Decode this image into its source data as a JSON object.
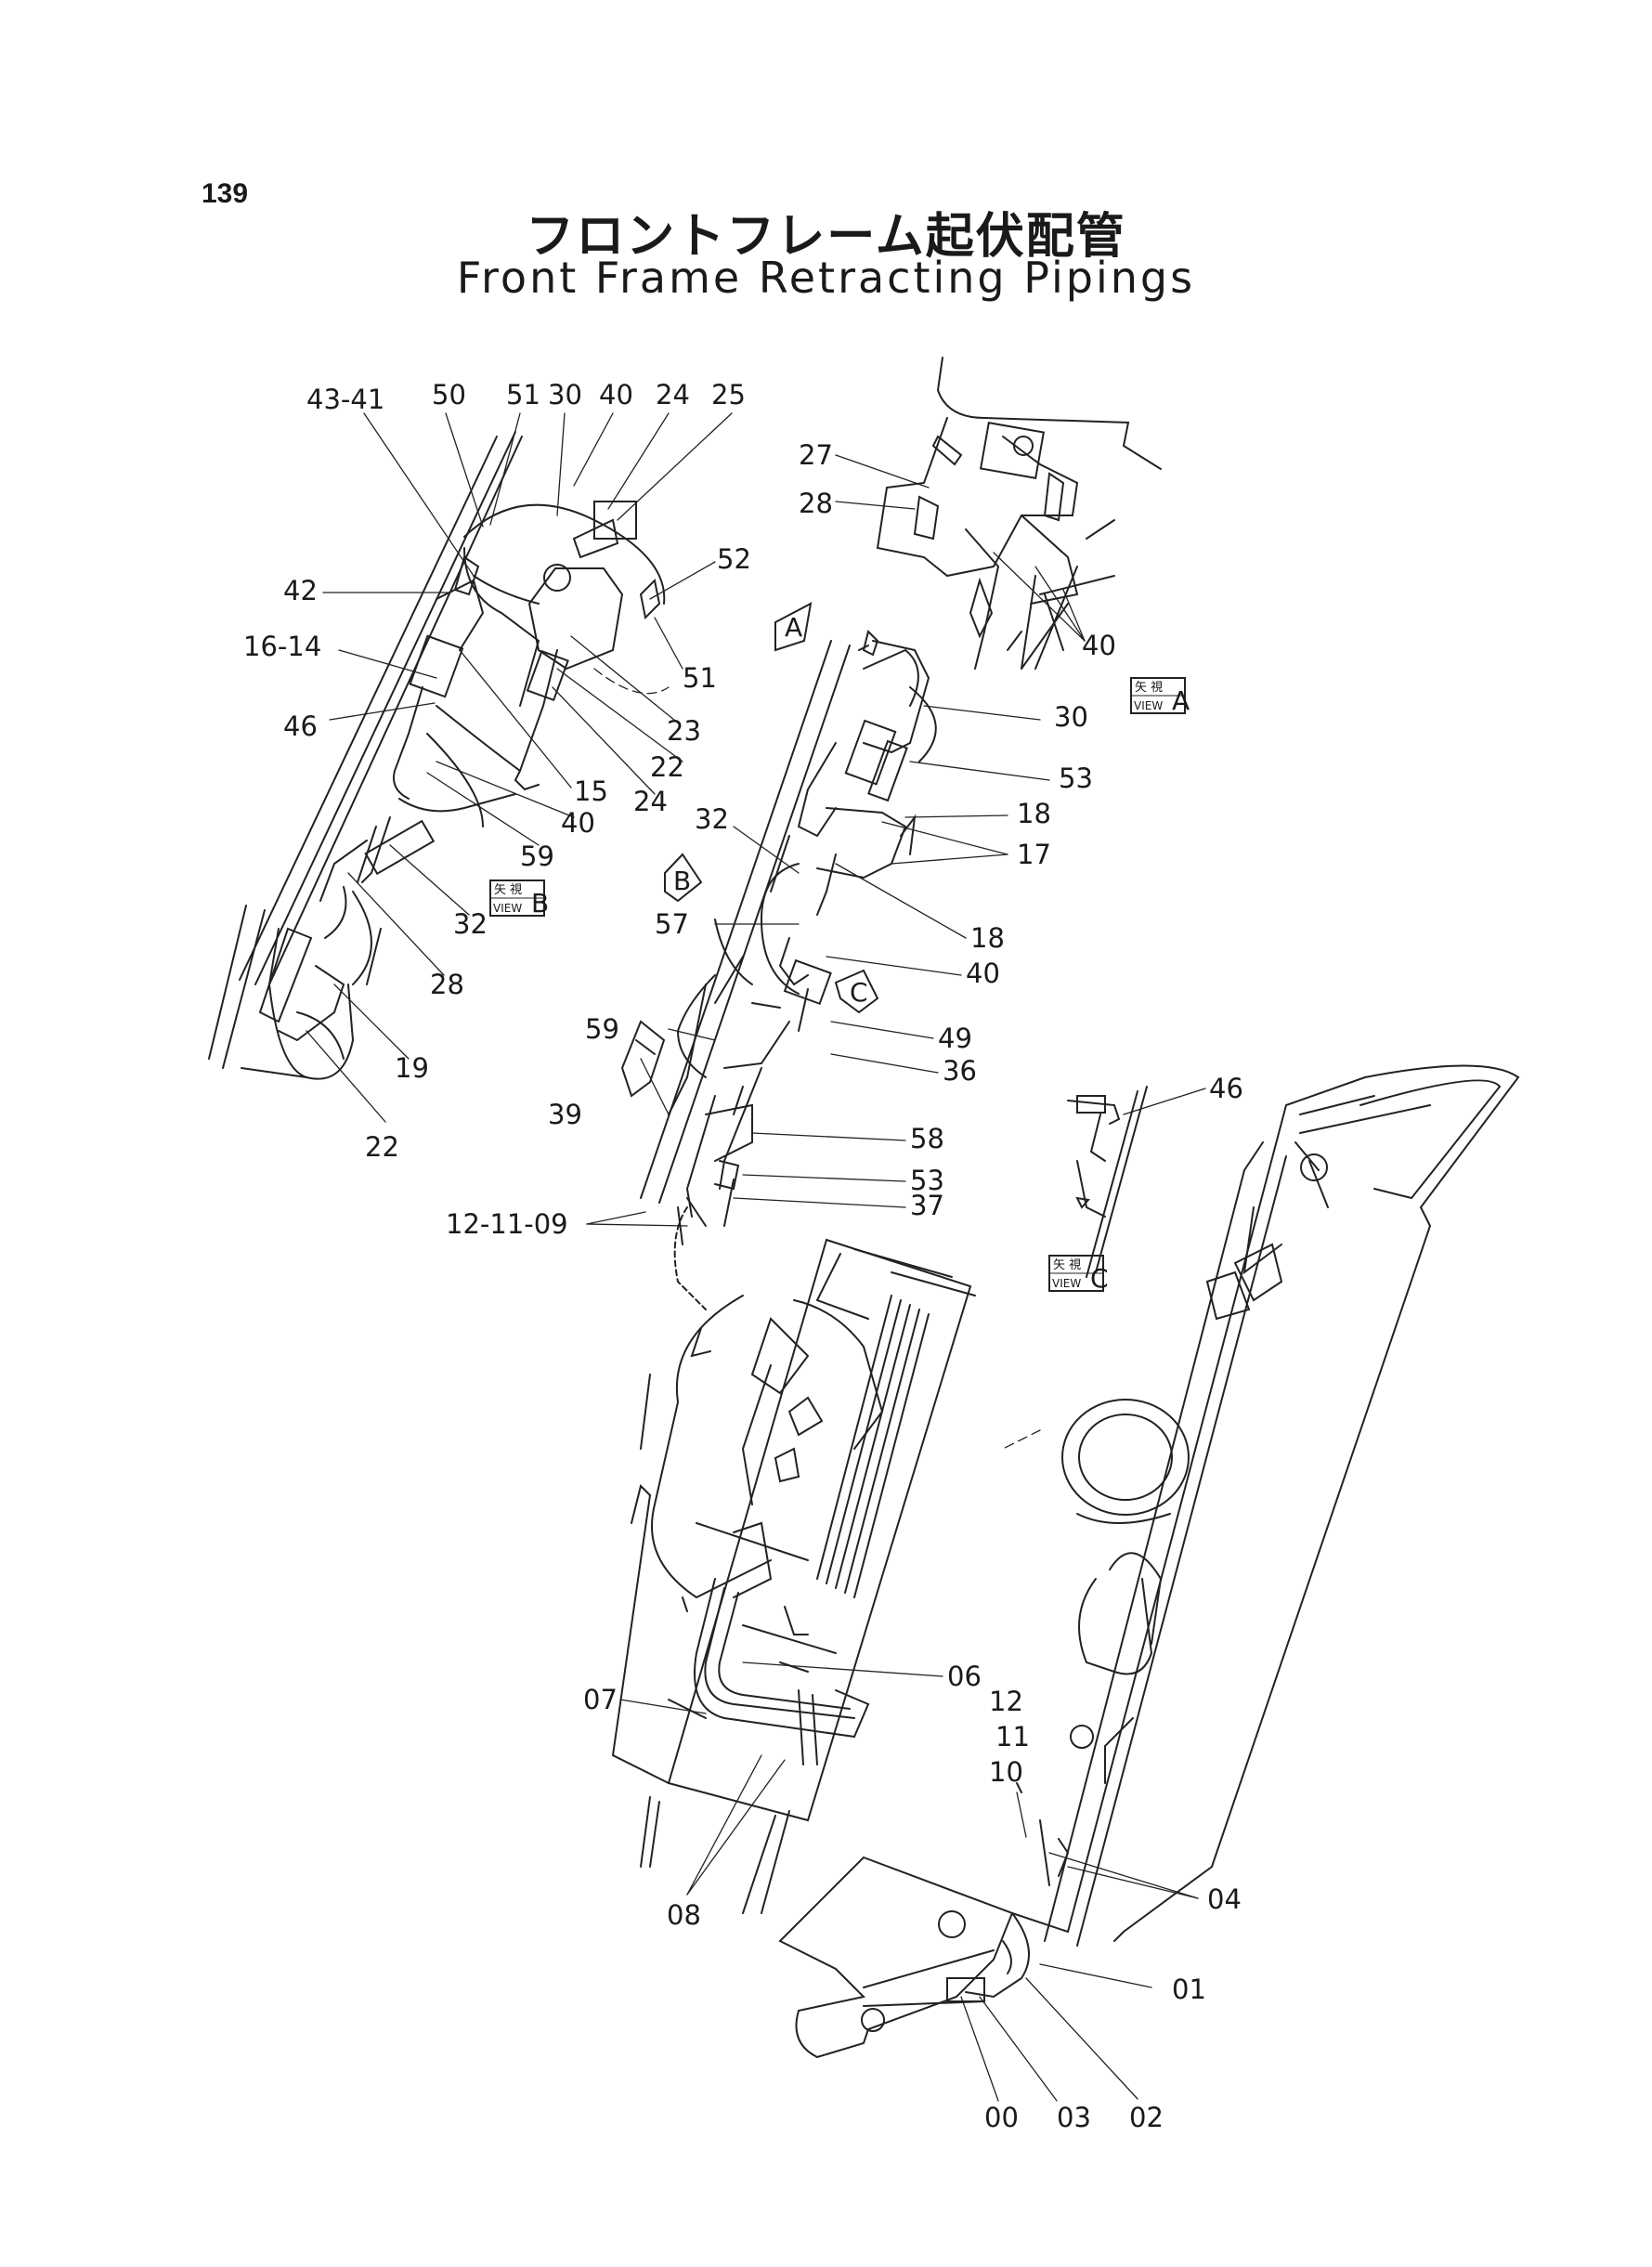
{
  "page_number": "139",
  "title_jp": "フロントフレーム起伏配管",
  "title_en": "Front Frame Retracting Pipings",
  "view_tag_top": "矢 視",
  "view_tag_bottom": "VIEW",
  "views": {
    "A": {
      "letter": "A"
    },
    "B": {
      "letter": "B"
    },
    "C": {
      "letter": "C"
    }
  },
  "arrow_markers": {
    "A": "A",
    "B": "B",
    "C": "C"
  },
  "part_labels": {
    "43_41": "43-41",
    "50": "50",
    "51a": "51",
    "30a": "30",
    "40a": "40",
    "24a": "24",
    "25": "25",
    "42": "42",
    "16_14": "16-14",
    "46a": "46",
    "52": "52",
    "51b": "51",
    "23": "23",
    "22a": "22",
    "24b": "24",
    "15": "15",
    "40b": "40",
    "59a": "59",
    "32a": "32",
    "28a": "28",
    "19": "19",
    "22b": "22",
    "27": "27",
    "28b": "28",
    "40c": "40",
    "30b": "30",
    "53a": "53",
    "18a": "18",
    "17": "17",
    "32b": "32",
    "57": "57",
    "18b": "18",
    "40d": "40",
    "49": "49",
    "36": "36",
    "59b": "59",
    "39": "39",
    "58": "58",
    "53b": "53",
    "37": "37",
    "12_11_09": "12-11-09",
    "46b": "46",
    "06": "06",
    "07": "07",
    "08": "08",
    "12_11_10_a": "12",
    "12_11_10_b": "11",
    "12_11_10_c": "10",
    "04": "04",
    "01": "01",
    "00": "00",
    "03": "03",
    "02": "02"
  }
}
